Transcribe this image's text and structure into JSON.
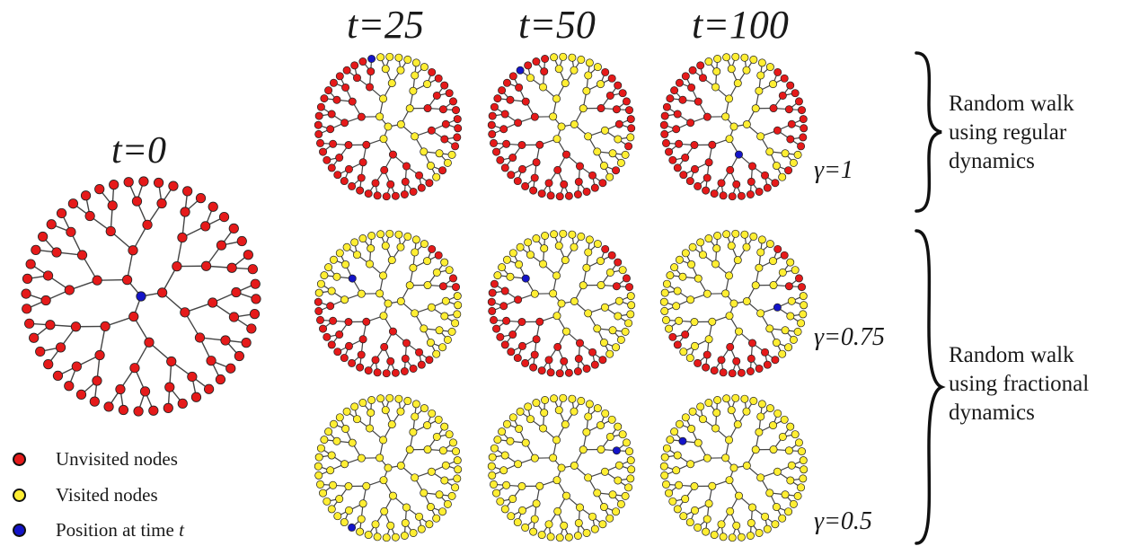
{
  "title_t0": "t=0",
  "column_headers": [
    "t=25",
    "t=50",
    "t=100"
  ],
  "gamma_labels": [
    "γ=1",
    "γ=0.75",
    "γ=0.5"
  ],
  "groups": [
    {
      "lines": [
        "Random walk",
        "using regular",
        "dynamics"
      ]
    },
    {
      "lines": [
        "Random walk",
        "using fractional",
        "dynamics"
      ]
    }
  ],
  "legend": [
    {
      "label": "Unvisited nodes",
      "color": "#e51a1a"
    },
    {
      "label": "Visited nodes",
      "color": "#ffee33"
    },
    {
      "label": "Position at time ",
      "italic_suffix": "t",
      "color": "#1414c8"
    }
  ],
  "colors": {
    "unvisited": "#e51a1a",
    "visited": "#ffee33",
    "current": "#1414c8",
    "edge": "#444444"
  },
  "walks": [
    {
      "gamma": "1",
      "t": 25,
      "visited": [
        0,
        4,
        5,
        19,
        20,
        22,
        61,
        62,
        63,
        64
      ],
      "pos": 60
    },
    {
      "gamma": "1",
      "t": 50,
      "visited": [
        0,
        4,
        5,
        16,
        19,
        20,
        22,
        55,
        56,
        61,
        62,
        63,
        64
      ],
      "pos": 57
    },
    {
      "gamma": "1",
      "t": 100,
      "visited": [
        0,
        4,
        5,
        19,
        20,
        22,
        59,
        60,
        61,
        62,
        63,
        64
      ],
      "pos": 23
    },
    {
      "gamma": "0.75",
      "t": 25,
      "visited": [
        0,
        1,
        3,
        4,
        5,
        8,
        9,
        14,
        15,
        16,
        17,
        18,
        19,
        20,
        21,
        22,
        49,
        51,
        52,
        53,
        54,
        55,
        56,
        57,
        58,
        59,
        60,
        61,
        62,
        63,
        64
      ],
      "pos": 50
    },
    {
      "gamma": "0.75",
      "t": 50,
      "visited": [
        0,
        1,
        3,
        4,
        5,
        9,
        14,
        15,
        16,
        17,
        18,
        19,
        20,
        21,
        22,
        23,
        51,
        52,
        53,
        54,
        55,
        56,
        57,
        58,
        59,
        60,
        61,
        62,
        63,
        64
      ],
      "pos": 50
    },
    {
      "gamma": "0.75",
      "t": 100,
      "visited": [
        0,
        1,
        3,
        4,
        5,
        8,
        9,
        14,
        15,
        16,
        17,
        18,
        19,
        20,
        21,
        22,
        23,
        38,
        42,
        43,
        44,
        45,
        46,
        47,
        48,
        49,
        50,
        51,
        52,
        53,
        54,
        55,
        56,
        57,
        58,
        59,
        60,
        61,
        62,
        63,
        64
      ],
      "pos": 13
    },
    {
      "gamma": "0.5",
      "t": 25,
      "visited": [
        0,
        1,
        2,
        3,
        4,
        5,
        6,
        7,
        8,
        9,
        10,
        11,
        12,
        14,
        15,
        16,
        17,
        18,
        19,
        20,
        21,
        22,
        23,
        24,
        25,
        26,
        27,
        28,
        29,
        30,
        31,
        32,
        33,
        34,
        35,
        36,
        38,
        39,
        40,
        41,
        42,
        43,
        45,
        46,
        47,
        49,
        50,
        51,
        52,
        53,
        54,
        55,
        57,
        58,
        59,
        60,
        61,
        62,
        63,
        64
      ],
      "pos": 36
    },
    {
      "gamma": "0.5",
      "t": 50,
      "visited": [
        0,
        1,
        2,
        3,
        4,
        5,
        6,
        7,
        8,
        9,
        10,
        11,
        12,
        13,
        14,
        15,
        16,
        17,
        18,
        19,
        20,
        21,
        22,
        23,
        24,
        25,
        26,
        27,
        28,
        29,
        30,
        31,
        32,
        33,
        34,
        35,
        36,
        37,
        38,
        39,
        40,
        41,
        42,
        43,
        44,
        45,
        46,
        47,
        48,
        49,
        50,
        51,
        52,
        53,
        54,
        55,
        56,
        57,
        58,
        59,
        60,
        61,
        62,
        63,
        64
      ],
      "pos": 10
    },
    {
      "gamma": "0.5",
      "t": 100,
      "visited": [
        0,
        1,
        2,
        3,
        4,
        5,
        6,
        7,
        8,
        9,
        10,
        11,
        12,
        13,
        14,
        15,
        16,
        17,
        18,
        19,
        20,
        21,
        22,
        23,
        24,
        25,
        26,
        27,
        28,
        29,
        30,
        31,
        32,
        33,
        34,
        35,
        36,
        37,
        38,
        39,
        40,
        41,
        42,
        43,
        44,
        45,
        46,
        47,
        48,
        49,
        50,
        51,
        52,
        53,
        54,
        55,
        56,
        57,
        58,
        59,
        60,
        61,
        62,
        63,
        64
      ],
      "pos": 51
    }
  ]
}
